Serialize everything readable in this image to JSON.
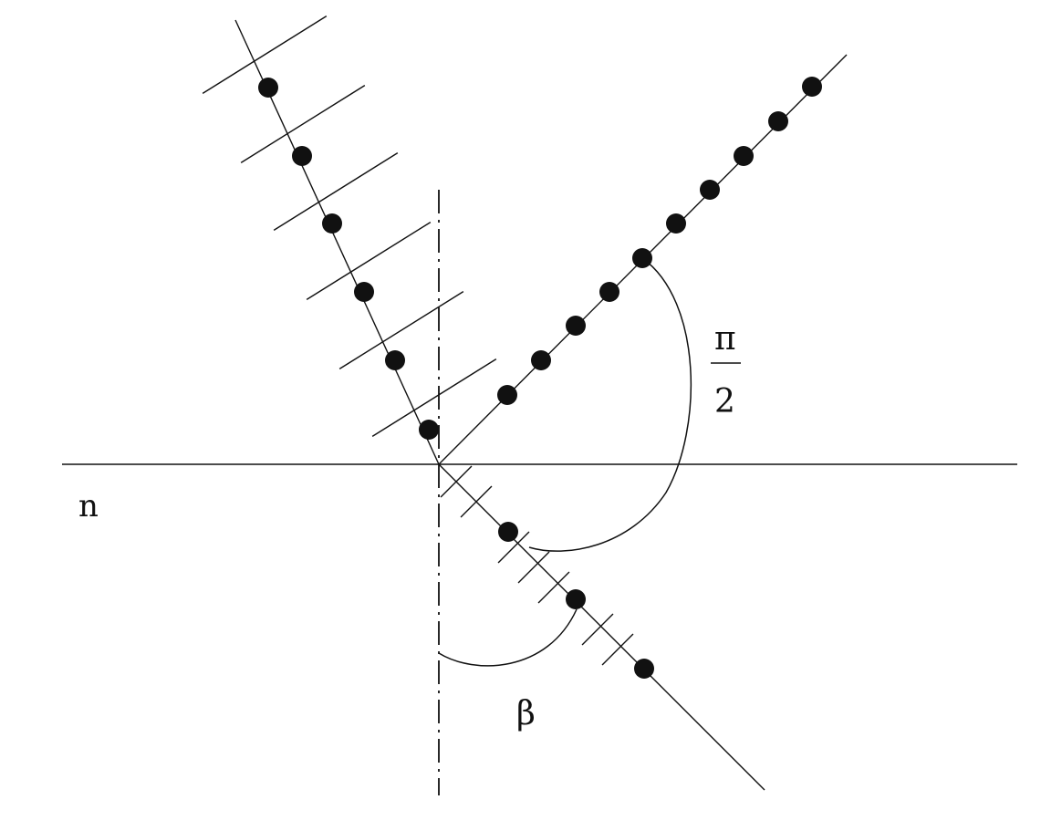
{
  "labels": {
    "medium": "n",
    "angle_beta": "β",
    "angle_numerator": "π",
    "angle_denominator": "2"
  },
  "colors": {
    "ink": "#111111",
    "background": "#ffffff"
  },
  "rays": [
    {
      "name": "incident-ray",
      "dot_count": 6,
      "wavefront_count": 6
    },
    {
      "name": "reflected-ray",
      "dot_count": 10
    },
    {
      "name": "refracted-ray",
      "dot_count": 3,
      "wavefront_count": 7
    }
  ]
}
